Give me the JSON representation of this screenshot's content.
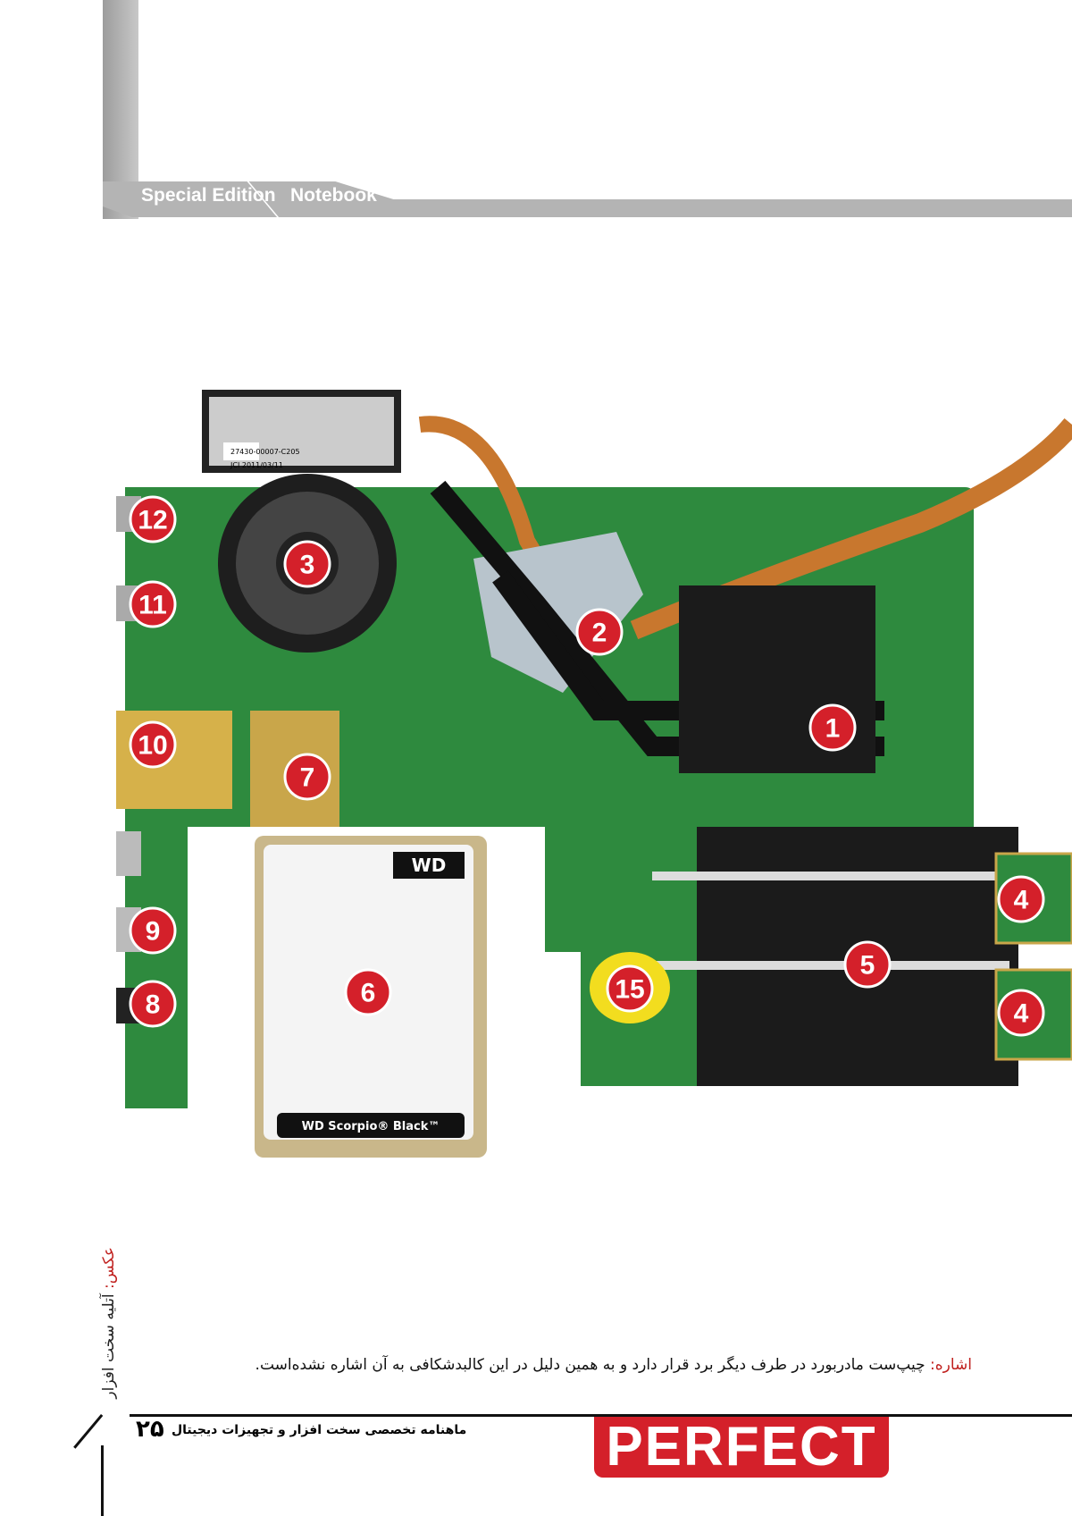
{
  "header": {
    "section": "Special Edition",
    "topic": "Notebook"
  },
  "photo": {
    "labels": [
      "12",
      "3",
      "11",
      "2",
      "1",
      "10",
      "7",
      "4",
      "9",
      "5",
      "6",
      "15",
      "8",
      "4"
    ],
    "sticker_text": [
      "27430-00007-C205",
      "JCI 2011/03/11"
    ],
    "hdd_brand": "WD",
    "hdd_model": "WD Scorpio® Black™"
  },
  "caption": {
    "label": "اشاره:",
    "text": " چیپ‌ست مادربورد در طرف دیگر برد قرار دارد و به همین دلیل در این کالبدشکافی به آن اشاره نشده‌است."
  },
  "credit": {
    "label": "عکس:",
    "name": " آتلیه سخت افزار"
  },
  "footer": {
    "page_number": "۲۵",
    "magazine": "ماهنامه تخصصی سخت افزار و تجهیزات دیجیتال",
    "logo": "PERFECT"
  },
  "colors": {
    "accent": "#c0201e",
    "board": "#2e8a3e",
    "copper": "#c8772e"
  }
}
